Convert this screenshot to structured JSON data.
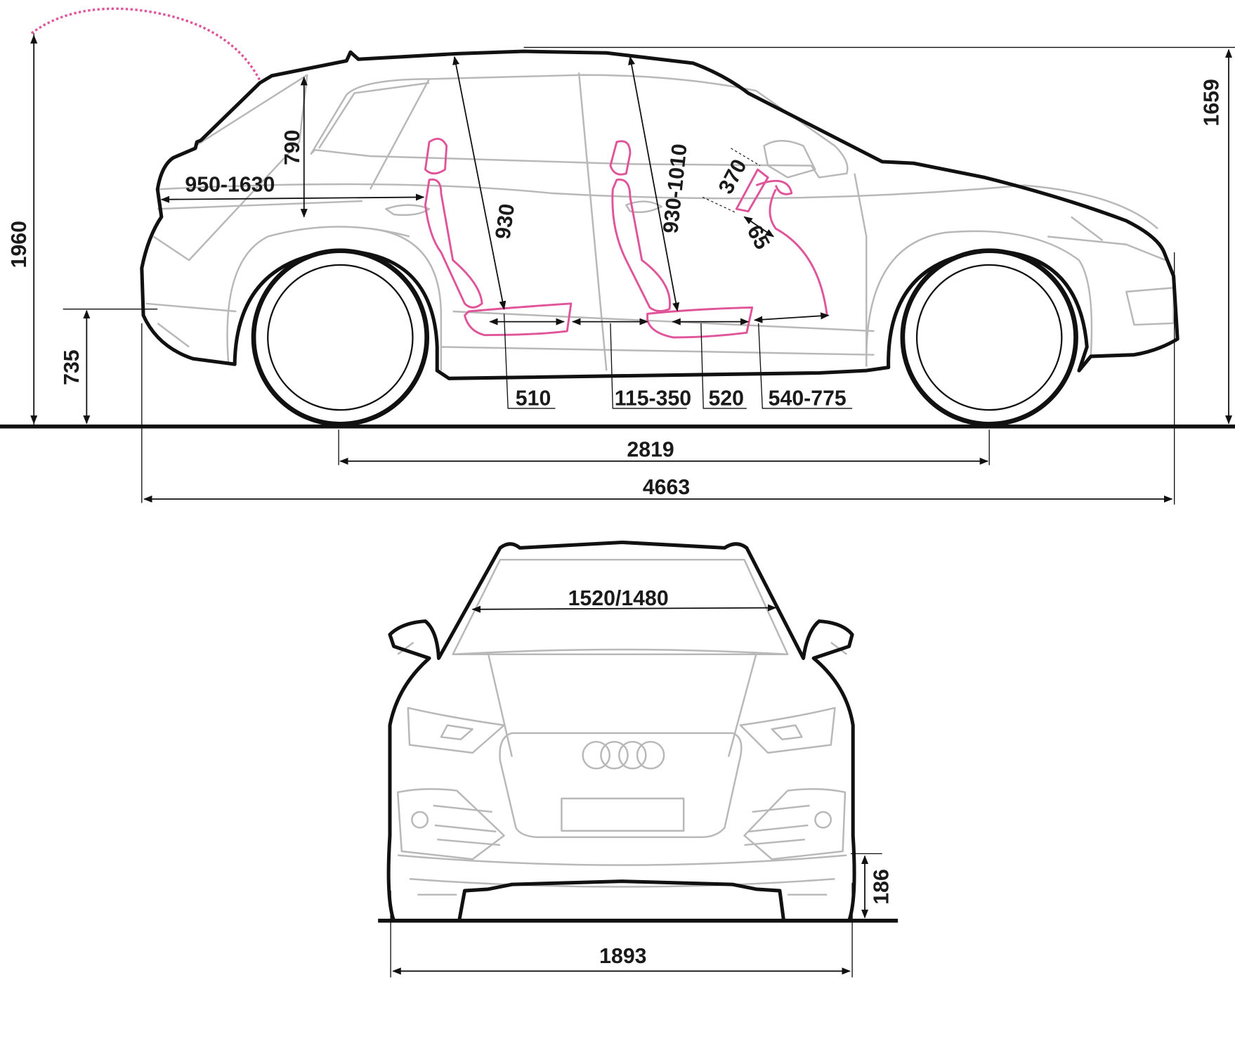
{
  "title": "Vehicle dimensions drawing (side and front view)",
  "colors": {
    "outline": "#111111",
    "detail": "#b8b8b8",
    "interior": "#e0559a",
    "background": "#ffffff"
  },
  "side_view": {
    "height_open_tailgate": "1960",
    "vehicle_height": "1659",
    "loading_sill_height": "735",
    "luggage_height": "790",
    "luggage_length": "950-1630",
    "rear_headroom": "930",
    "front_headroom": "930-1010",
    "steering_wheel_diameter": "370",
    "steering_offset": "65",
    "rear_seat_depth": "510",
    "rear_legroom": "115-350",
    "front_seat_depth": "520",
    "front_legroom": "540-775",
    "wheelbase": "2819",
    "overall_length": "4663"
  },
  "front_view": {
    "interior_width": "1520/1480",
    "ground_clearance": "186",
    "overall_width": "1893"
  }
}
